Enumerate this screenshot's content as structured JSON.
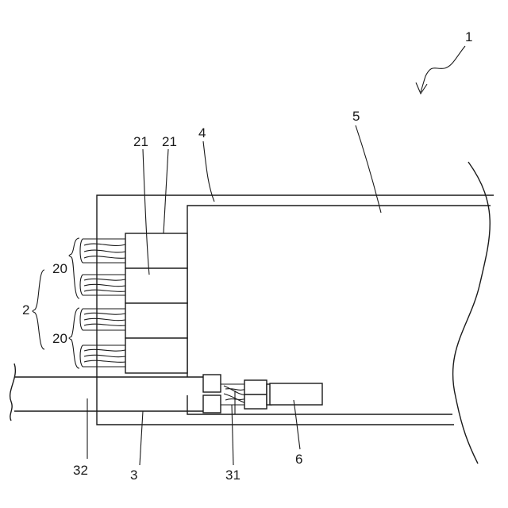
{
  "figure": {
    "reference_numerals": {
      "assembly": "1",
      "connector_group": "2",
      "cable": "3",
      "frame": "4",
      "panel": "5",
      "module": "6",
      "connector_pair_upper": "20",
      "connector_pair_lower": "20",
      "terminal_a": "21",
      "terminal_b": "21",
      "inner_lead": "31",
      "outer_cable": "32"
    }
  }
}
